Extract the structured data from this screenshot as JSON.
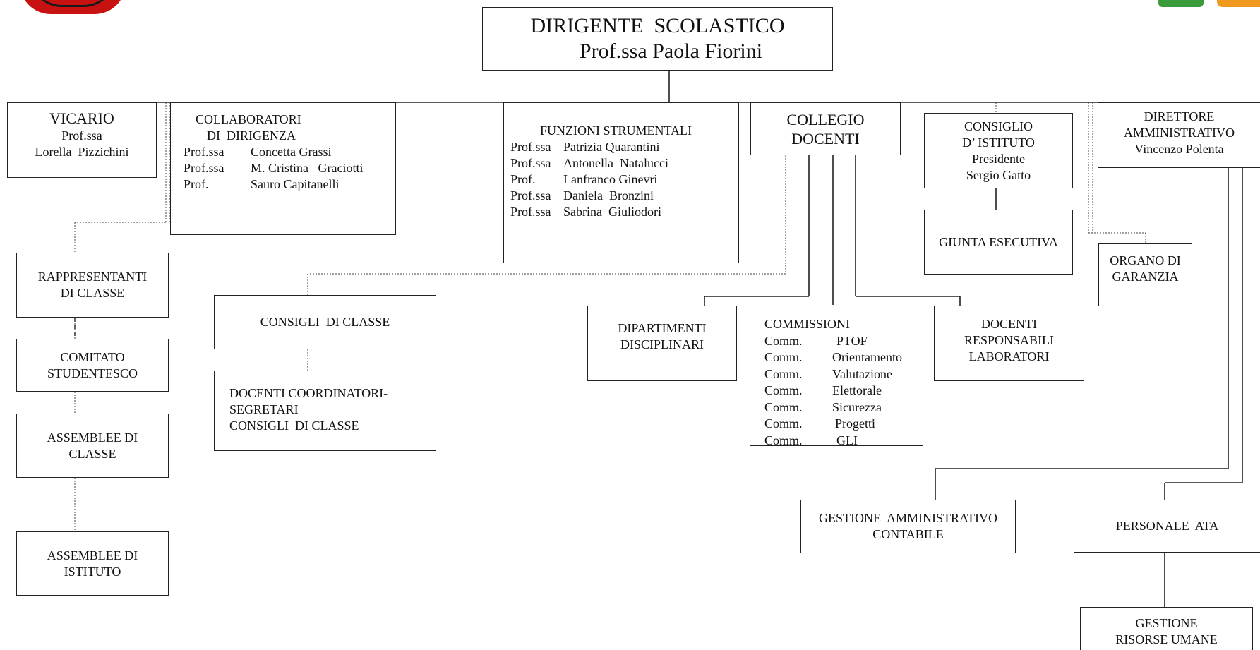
{
  "colors": {
    "line": "#222222",
    "logo_red": "#c81212",
    "logo_green": "#3a9b3a",
    "logo_orange": "#ef9a1e"
  },
  "icons": {
    "left_logo": "repubblica-italiana-emblem-icon",
    "right_logos": [
      "green-logo-icon",
      "orange-logo-icon"
    ]
  },
  "nodes": {
    "dirigente": {
      "title": "DIRIGENTE  SCOLASTICO",
      "name": "Prof.ssa Paola Fiorini"
    },
    "vicario": {
      "title": "VICARIO",
      "lines": [
        "Prof.ssa",
        "Lorella  Pizzichini"
      ]
    },
    "collaboratori": {
      "title_lines": [
        "COLLABORATORI",
        "DI  DIRIGENZA"
      ],
      "rows": [
        {
          "role": "Prof.ssa",
          "name": "Concetta Grassi"
        },
        {
          "role": "Prof.ssa",
          "name": "M. Cristina   Graciotti"
        },
        {
          "role": "Prof.",
          "name": "Sauro Capitanelli"
        }
      ]
    },
    "funzioni": {
      "title": "FUNZIONI STRUMENTALI",
      "rows": [
        {
          "role": "Prof.ssa",
          "name": "Patrizia Quarantini"
        },
        {
          "role": "Prof.ssa",
          "name": "Antonella  Natalucci"
        },
        {
          "role": "Prof.",
          "name": "Lanfranco Ginevri"
        },
        {
          "role": "Prof.ssa",
          "name": "Daniela  Bronzini"
        },
        {
          "role": "Prof.ssa",
          "name": "Sabrina  Giuliodori"
        }
      ]
    },
    "collegio": {
      "lines": [
        "COLLEGIO",
        "DOCENTI"
      ]
    },
    "consiglio_istituto": {
      "lines": [
        "CONSIGLIO",
        "D’ ISTITUTO",
        "Presidente",
        "Sergio Gatto"
      ]
    },
    "giunta": {
      "text": "GIUNTA ESECUTIVA"
    },
    "direttore": {
      "lines": [
        "DIRETTORE",
        "AMMINISTRATIVO",
        "Vincenzo Polenta"
      ]
    },
    "organo": {
      "lines": [
        "ORGANO DI",
        "GARANZIA"
      ]
    },
    "rappresentanti": {
      "lines": [
        "RAPPRESENTANTI",
        "DI CLASSE"
      ]
    },
    "comitato": {
      "lines": [
        "COMITATO",
        "STUDENTESCO"
      ]
    },
    "assemblee_classe": {
      "lines": [
        "ASSEMBLEE DI",
        "CLASSE"
      ]
    },
    "assemblee_istituto": {
      "lines": [
        "ASSEMBLEE DI",
        "ISTITUTO"
      ]
    },
    "consigli_classe": {
      "text": "CONSIGLI  DI CLASSE"
    },
    "docenti_coordinatori": {
      "lines": [
        "DOCENTI COORDINATORI-",
        "SEGRETARI",
        "CONSIGLI  DI CLASSE"
      ]
    },
    "dipartimenti": {
      "lines": [
        "DIPARTIMENTI",
        "DISCIPLINARI"
      ]
    },
    "commissioni": {
      "title": "COMMISSIONI",
      "rows": [
        {
          "role": "Comm.",
          "name": "PTOF"
        },
        {
          "role": "Comm.",
          "name": "Orientamento"
        },
        {
          "role": "Comm.",
          "name": "Valutazione"
        },
        {
          "role": "Comm.",
          "name": "Elettorale"
        },
        {
          "role": "Comm.",
          "name": "Sicurezza"
        },
        {
          "role": "Comm.",
          "name": "Progetti"
        },
        {
          "role": "Comm.",
          "name": "GLI"
        }
      ]
    },
    "docenti_lab": {
      "lines": [
        "DOCENTI",
        "RESPONSABILI",
        "LABORATORI"
      ]
    },
    "gestione_amm": {
      "lines": [
        "GESTIONE  AMMINISTRATIVO",
        "CONTABILE"
      ]
    },
    "personale_ata": {
      "text": "PERSONALE  ATA"
    },
    "gestione_ru": {
      "lines": [
        "GESTIONE",
        "RISORSE UMANE"
      ]
    }
  }
}
